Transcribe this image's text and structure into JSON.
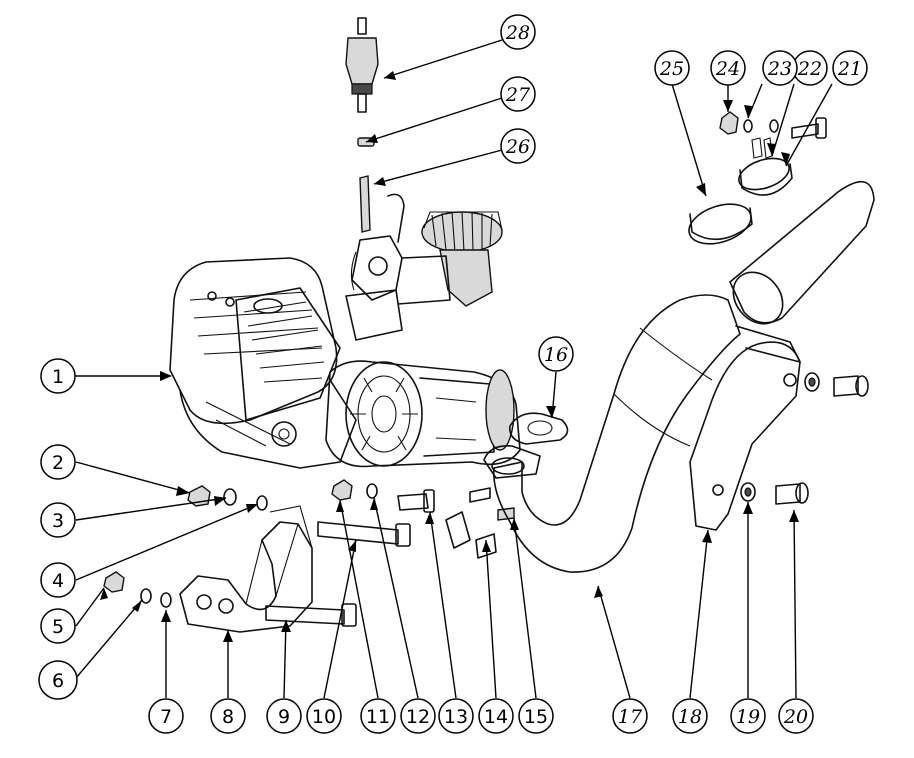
{
  "callouts": [
    {
      "id": 1,
      "label": "1",
      "italic": false
    },
    {
      "id": 2,
      "label": "2",
      "italic": false
    },
    {
      "id": 3,
      "label": "3",
      "italic": false
    },
    {
      "id": 4,
      "label": "4",
      "italic": false
    },
    {
      "id": 5,
      "label": "5",
      "italic": false
    },
    {
      "id": 6,
      "label": "6",
      "italic": false
    },
    {
      "id": 7,
      "label": "7",
      "italic": false
    },
    {
      "id": 8,
      "label": "8",
      "italic": false
    },
    {
      "id": 9,
      "label": "9",
      "italic": false
    },
    {
      "id": 10,
      "label": "10",
      "italic": false
    },
    {
      "id": 11,
      "label": "11",
      "italic": false
    },
    {
      "id": 12,
      "label": "12",
      "italic": false
    },
    {
      "id": 13,
      "label": "13",
      "italic": false
    },
    {
      "id": 14,
      "label": "14",
      "italic": false
    },
    {
      "id": 15,
      "label": "15",
      "italic": false
    },
    {
      "id": 16,
      "label": "16",
      "italic": true
    },
    {
      "id": 17,
      "label": "17",
      "italic": true
    },
    {
      "id": 18,
      "label": "18",
      "italic": true
    },
    {
      "id": 19,
      "label": "19",
      "italic": true
    },
    {
      "id": 20,
      "label": "20",
      "italic": true
    },
    {
      "id": 21,
      "label": "21",
      "italic": true
    },
    {
      "id": 22,
      "label": "22",
      "italic": true
    },
    {
      "id": 23,
      "label": "23",
      "italic": true
    },
    {
      "id": 24,
      "label": "24",
      "italic": true
    },
    {
      "id": 25,
      "label": "25",
      "italic": true
    },
    {
      "id": 26,
      "label": "26",
      "italic": true
    },
    {
      "id": 27,
      "label": "27",
      "italic": true
    },
    {
      "id": 28,
      "label": "28",
      "italic": true
    }
  ]
}
